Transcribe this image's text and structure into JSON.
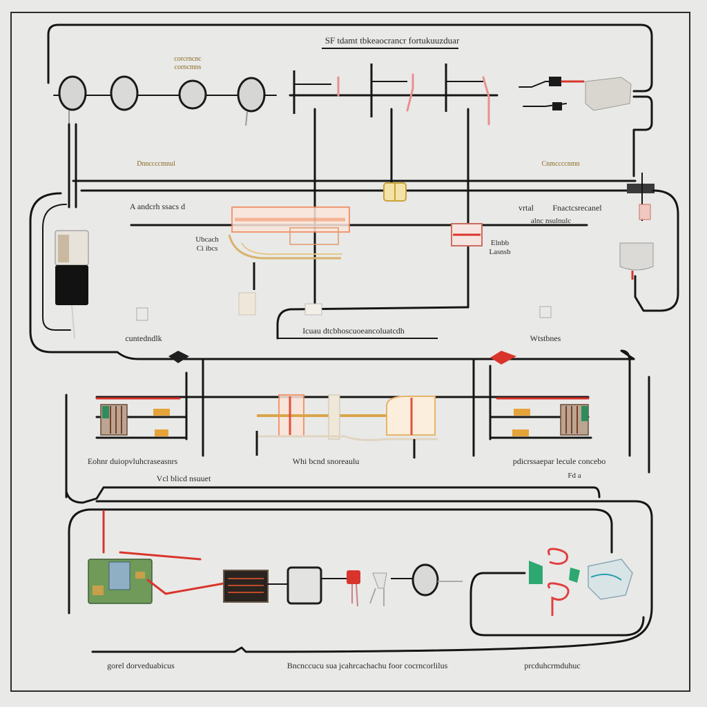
{
  "title": "SF tdamt tbkeaocrancr fortukuuzduar",
  "labels": {
    "top_left_small_1": "corcrncnc",
    "top_left_small_2": "corncmns",
    "gold_left": "Dnnccccmnul",
    "gold_right": "Cnmccccnmn",
    "left_mid": "A andcrh ssacs d",
    "right_mid_1": "vrtal",
    "right_mid_2": "Fnactcsrecanel",
    "right_mid_small": "alnc  nsulnulc",
    "center_left_1": "Ubcach",
    "center_left_2": "Ci ibcs",
    "center_right_1": "Elnbb",
    "center_right_2": "Lasnsb",
    "center_caption": "Icuau dtcbhoscuoeancoluatcdh",
    "left_lower": "cuntedndlk",
    "right_lower": "Wtstbnes",
    "row2_left": "Eohnr duiopvluhcraseasnrs",
    "row2_left_sub": "Vcl  blicd  nsuuet",
    "row2_center": "Whi  bcnd snoreaulu",
    "row2_right": "pdicrssaepar  lecule  concebo",
    "row2_right_sub": "Fd a",
    "bottom_left": "gorel dorveduabicus",
    "bottom_center": "Bncnccucu sua jcahrcachachu foor cocrncorlilus",
    "bottom_right": "prcduhcrmduhuc"
  },
  "colors": {
    "background": "#e9e9e8",
    "wire": "#151515",
    "red_wire": "#d9342b",
    "board_green": "#6f9a5a",
    "glow": "#f08a5a"
  }
}
